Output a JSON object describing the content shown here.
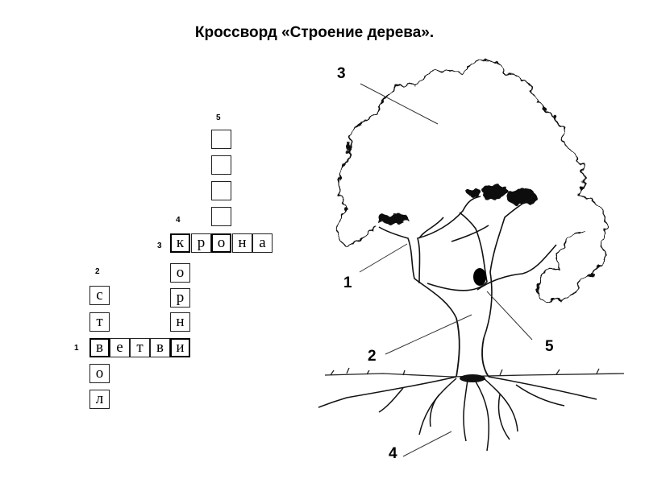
{
  "title": "Кроссворд «Строение дерева».",
  "clue_numbers": [
    "1",
    "2",
    "3",
    "4",
    "5"
  ],
  "words": {
    "w1": [
      "в",
      "е",
      "т",
      "в",
      "и"
    ],
    "w2": [
      "с",
      "т",
      "в",
      "о",
      "л"
    ],
    "w3": [
      "к",
      "р",
      "о",
      "н",
      "а"
    ],
    "w4": [
      "к",
      "о",
      "р",
      "н",
      "и"
    ],
    "w5": [
      "",
      "",
      "",
      "",
      "о"
    ]
  },
  "tree_labels": [
    "1",
    "2",
    "3",
    "4",
    "5"
  ]
}
